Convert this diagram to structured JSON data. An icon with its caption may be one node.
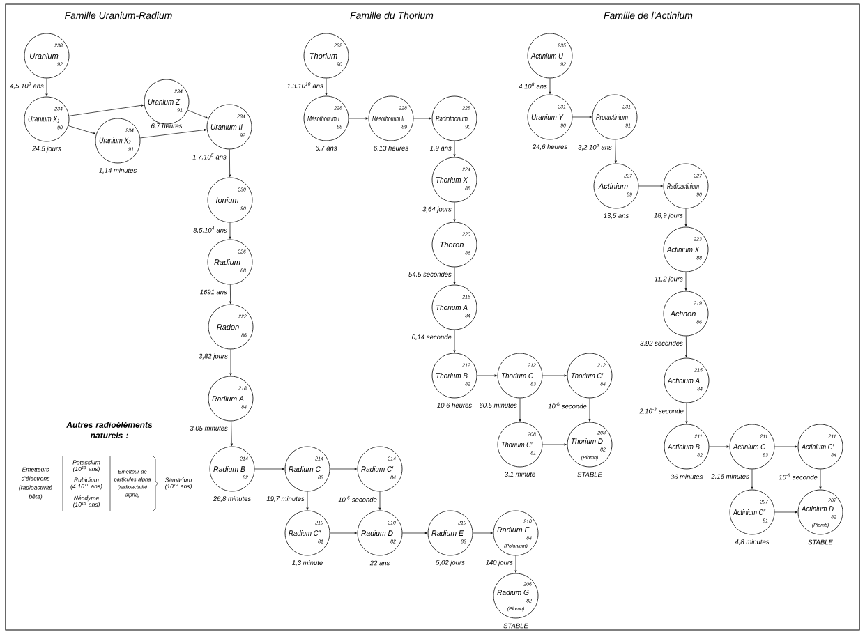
{
  "diagram": {
    "nodes": [
      {
        "text": [
          "238",
          "Uranium",
          "92"
        ],
        "beside": [
          "4,5.10$^{9}$ ans"
        ]
      },
      {
        "text": [
          "234",
          "Uranium X$_{1}$",
          "90"
        ],
        "beside": [
          "24,5 jours"
        ]
      },
      {
        "text": [
          "234",
          "Uranium Z",
          "91"
        ],
        "beside": [
          "6,7 heures"
        ]
      },
      {
        "text": [
          "234",
          "Uranium X$_{2}$",
          "91"
        ],
        "beside": [
          "1,14 minutes"
        ]
      },
      {
        "text": [
          "234",
          "Uranium II",
          "92"
        ],
        "beside": [
          "1,7.10$^{5}$ ans"
        ]
      },
      {
        "text": [
          "230",
          "Ionium",
          "90"
        ],
        "beside": [
          "8,5.10$^{4}$ ans"
        ]
      },
      {
        "text": [
          "226",
          "Radium",
          "88"
        ],
        "beside": [
          "1691 ans"
        ]
      },
      {
        "text": [
          "222",
          "Radon",
          "86"
        ],
        "beside": [
          "3,82 jours"
        ]
      },
      {
        "text": [
          "218",
          "Radium A",
          "84"
        ],
        "beside": [
          "3,05 minutes"
        ]
      },
      {
        "text": [
          "214",
          "Radium B",
          "82"
        ],
        "beside": [
          "26,8 minutes"
        ]
      },
      {
        "text": [
          "214",
          "Radium C",
          "83"
        ],
        "beside": [
          "19,7 minutes"
        ]
      },
      {
        "text": [
          "214",
          "Radium C′",
          "84"
        ],
        "beside": [
          "10$^{-6}$ seconde"
        ]
      },
      {
        "text": [
          "210",
          "Radium C″",
          "81"
        ],
        "beside": [
          "1,3 minute"
        ]
      },
      {
        "text": [
          "210",
          "Radium D",
          "82"
        ],
        "beside": [
          "22 ans"
        ]
      },
      {
        "text": [
          "210",
          "Radium E",
          "83"
        ],
        "beside": [
          "5,02 jours"
        ]
      },
      {
        "text": [
          "210",
          "Radium F",
          "84",
          "(Polonium)"
        ],
        "beside": [
          "140 jours"
        ]
      },
      {
        "text": [
          "206",
          "Radium G",
          "82",
          "(Plomb)"
        ],
        "beside": [
          "STABLE"
        ]
      },
      {
        "text": [
          "232",
          "Thorium",
          "90"
        ],
        "beside": [
          "1,3.10$^{10}$ ans"
        ]
      },
      {
        "text": [
          "228",
          "Mésothorium I",
          "88"
        ],
        "beside": [
          "6,7 ans"
        ]
      },
      {
        "text": [
          "228",
          "Mésothorium II",
          "89"
        ],
        "beside": [
          "6,13 heures"
        ]
      },
      {
        "text": [
          "228",
          "Radiothorium",
          "90"
        ],
        "beside": [
          "1,9 ans"
        ]
      },
      {
        "text": [
          "224",
          "Thorium X",
          "88"
        ],
        "beside": [
          "3,64 jours"
        ]
      },
      {
        "text": [
          "220",
          "Thoron",
          "86"
        ],
        "beside": [
          "54,5 secondes"
        ]
      },
      {
        "text": [
          "216",
          "Thorium A",
          "84"
        ],
        "beside": [
          "0,14 seconde"
        ]
      },
      {
        "text": [
          "212",
          "Thorium B",
          "82"
        ],
        "beside": [
          "10,6 heures"
        ]
      },
      {
        "text": [
          "212",
          "Thorium C",
          "83"
        ],
        "beside": [
          "60,5 minutes"
        ]
      },
      {
        "text": [
          "212",
          "Thorium C′",
          "84"
        ],
        "beside": [
          "10$^{-6}$ seconde"
        ]
      },
      {
        "text": [
          "208",
          "Thorium C″",
          "81"
        ],
        "beside": [
          "3,1 minute"
        ]
      },
      {
        "text": [
          "208",
          "Thorium D",
          "82",
          "(Plomb)"
        ],
        "beside": [
          "STABLE"
        ]
      },
      {
        "text": [
          "235",
          "Actinium U",
          "92"
        ],
        "beside": [
          "4.10$^{8}$ ans"
        ]
      },
      {
        "text": [
          "231",
          "Uranium Y",
          "90"
        ],
        "beside": [
          "24,6 heures"
        ]
      },
      {
        "text": [
          "231",
          "Protactinium",
          "91"
        ],
        "beside": [
          "3,2 10$^{4}$ ans"
        ]
      },
      {
        "text": [
          "227",
          "Actinium",
          "89"
        ],
        "beside": [
          "13,5 ans"
        ]
      },
      {
        "text": [
          "227",
          "Radioactinium",
          "90"
        ],
        "beside": [
          "18,9 jours"
        ]
      },
      {
        "text": [
          "223",
          "Actinium X",
          "88"
        ],
        "beside": [
          "11,2 jours"
        ]
      },
      {
        "text": [
          "219",
          "Actinon",
          "86"
        ],
        "beside": [
          "3,92 secondes"
        ]
      },
      {
        "text": [
          "215",
          "Actinium A",
          "84"
        ],
        "beside": [
          "2.10$^{-3}$ seconde"
        ]
      },
      {
        "text": [
          "211",
          "Actinium B",
          "82"
        ],
        "beside": [
          "36 minutes"
        ]
      },
      {
        "text": [
          "211",
          "Actinium C",
          "83"
        ],
        "beside": [
          "2,16 minutes"
        ]
      },
      {
        "text": [
          "211",
          "Actinium C′",
          "84"
        ],
        "beside": [
          "10$^{-3}$ seconde"
        ]
      },
      {
        "text": [
          "207",
          "Actinium C″",
          "81"
        ],
        "beside": [
          "4,8 minutes"
        ]
      },
      {
        "text": [
          "207",
          "Actinium D",
          "82",
          "(Plomb)"
        ],
        "beside": [
          "STABLE"
        ]
      }
    ],
    "edges": [
      {
        "from": 0,
        "to": 1,
        "arrow": "to"
      },
      {
        "from": 1,
        "to": 2,
        "arrow": "to"
      },
      {
        "from": 1,
        "to": 3,
        "arrow": "to"
      },
      {
        "from": 2,
        "to": 4,
        "arrow": "to"
      },
      {
        "from": 3,
        "to": 4,
        "arrow": "to"
      },
      {
        "from": 4,
        "to": 5,
        "arrow": "to"
      },
      {
        "from": 5,
        "to": 6,
        "arrow": "to"
      },
      {
        "from": 6,
        "to": 7,
        "arrow": "to"
      },
      {
        "from": 7,
        "to": 8,
        "arrow": "to"
      },
      {
        "from": 8,
        "to": 9,
        "arrow": "to"
      },
      {
        "from": 9,
        "to": 10,
        "arrow": "to"
      },
      {
        "from": 10,
        "to": 11,
        "arrow": "to"
      },
      {
        "from": 10,
        "to": 12,
        "arrow": "to"
      },
      {
        "from": 11,
        "to": 13,
        "arrow": "to"
      },
      {
        "from": 12,
        "to": 13,
        "arrow": "to"
      },
      {
        "from": 13,
        "to": 14,
        "arrow": "to"
      },
      {
        "from": 14,
        "to": 15,
        "arrow": "to"
      },
      {
        "from": 15,
        "to": 16,
        "arrow": "to"
      },
      {
        "from": 17,
        "to": 18,
        "arrow": "to"
      },
      {
        "from": 18,
        "to": 19,
        "arrow": "to"
      },
      {
        "from": 19,
        "to": 20,
        "arrow": "to"
      },
      {
        "from": 20,
        "to": 21,
        "arrow": "to"
      },
      {
        "from": 21,
        "to": 22,
        "arrow": "to"
      },
      {
        "from": 22,
        "to": 23,
        "arrow": "to"
      },
      {
        "from": 23,
        "to": 24,
        "arrow": "to"
      },
      {
        "from": 24,
        "to": 25,
        "arrow": "to"
      },
      {
        "from": 25,
        "to": 26,
        "arrow": "to"
      },
      {
        "from": 25,
        "to": 27,
        "arrow": "to"
      },
      {
        "from": 26,
        "to": 28,
        "arrow": "to"
      },
      {
        "from": 27,
        "to": 28,
        "arrow": "to"
      },
      {
        "from": 29,
        "to": 30,
        "arrow": "to"
      },
      {
        "from": 30,
        "to": 31,
        "arrow": "to"
      },
      {
        "from": 31,
        "to": 32,
        "arrow": "to"
      },
      {
        "from": 32,
        "to": 33,
        "arrow": "to"
      },
      {
        "from": 33,
        "to": 34,
        "arrow": "to"
      },
      {
        "from": 34,
        "to": 35,
        "arrow": "to"
      },
      {
        "from": 35,
        "to": 36,
        "arrow": "to"
      },
      {
        "from": 36,
        "to": 37,
        "arrow": "to"
      },
      {
        "from": 37,
        "to": 38,
        "arrow": "to"
      },
      {
        "from": 38,
        "to": 39,
        "arrow": "to"
      },
      {
        "from": 38,
        "to": 40,
        "arrow": "to"
      },
      {
        "from": 39,
        "to": 41,
        "arrow": "to"
      },
      {
        "from": 40,
        "to": 41,
        "arrow": "to"
      }
    ],
    "labels": [
      "Famille Uranium-Radium",
      "Famille du Thorium",
      "Famille de l'Actinium",
      "Autres radioéléments naturels :",
      "Emetteurs d'électrons (radioactivité bêta)",
      "Potassium (10$^{13}$ ans)",
      "Rubidium (4 10$^{11}$ ans)",
      "Néodyme (10$^{15}$ ans)",
      "Emetteur de particules alpha (radioactivité alpha)",
      "Samarium (10$^{12}$ ans)"
    ]
  }
}
